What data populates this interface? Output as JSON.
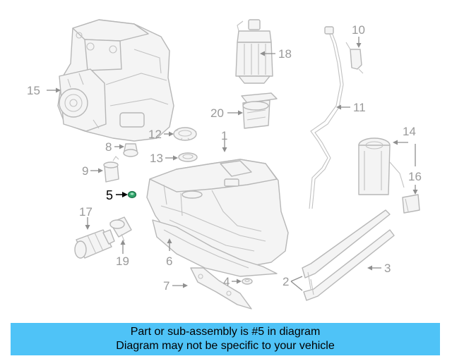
{
  "callouts": {
    "n1": "1",
    "n2": "2",
    "n3": "3",
    "n4": "4",
    "n5": "5",
    "n6": "6",
    "n7": "7",
    "n8": "8",
    "n9": "9",
    "n10": "10",
    "n11": "11",
    "n12": "12",
    "n13": "13",
    "n14": "14",
    "n15": "15",
    "n16": "16",
    "n17": "17",
    "n18": "18",
    "n19": "19",
    "n20": "20"
  },
  "colors": {
    "banner": "#4fc3f7",
    "highlight": "#000000",
    "highlight_part": "#2fa36b",
    "line_art": "#b7b7b7"
  },
  "banner": {
    "line1": "Part or sub-assembly is #5 in diagram",
    "line2": "Diagram may not be specific to your vehicle"
  }
}
